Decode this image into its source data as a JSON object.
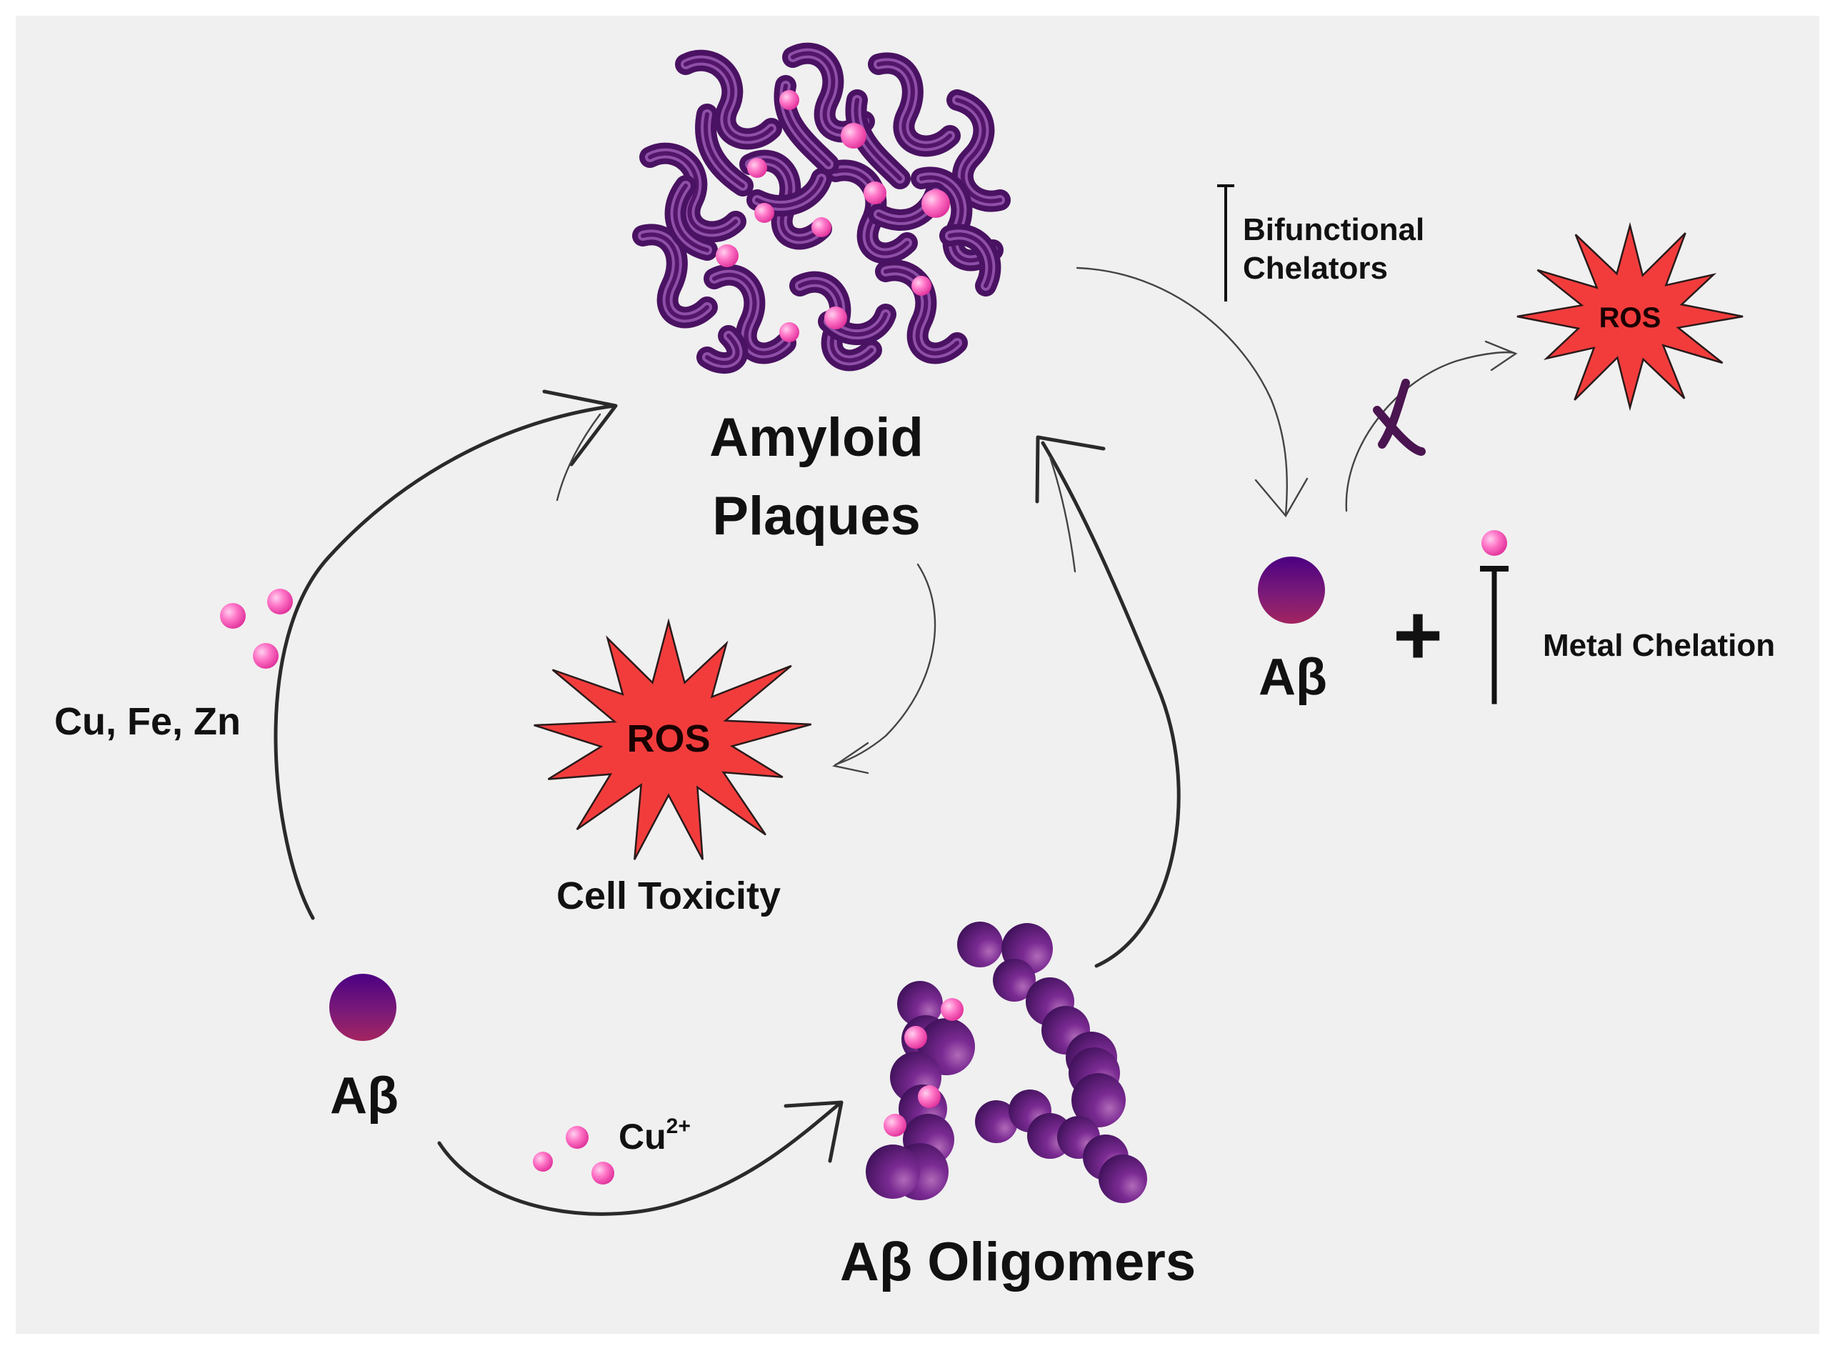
{
  "labels": {
    "amyloid_line1": "Amyloid",
    "amyloid_line2": "Plaques",
    "bifunctional_line1": "Bifunctional",
    "bifunctional_line2": "Chelators",
    "ros_center": "ROS",
    "ros_right": "ROS",
    "cell_toxicity": "Cell Toxicity",
    "metals": "Cu, Fe, Zn",
    "abeta_left": "Aβ",
    "abeta_right": "Aβ",
    "cu_base": "Cu",
    "cu_charge": "2+",
    "oligomers": "Aβ Oligomers",
    "plus": "+",
    "metal_chelation": "Metal Chelation"
  },
  "colors": {
    "background": "#f0f0f0",
    "fibril_purple": "#5a1a73",
    "fibril_stripe": "#8a4aa3",
    "metal_pink": "#ff66c4",
    "ros_red": "#f23c3c",
    "abeta_top": "#4b0082",
    "abeta_bottom": "#a0205f",
    "inhibitor_x": "#4a1550"
  }
}
